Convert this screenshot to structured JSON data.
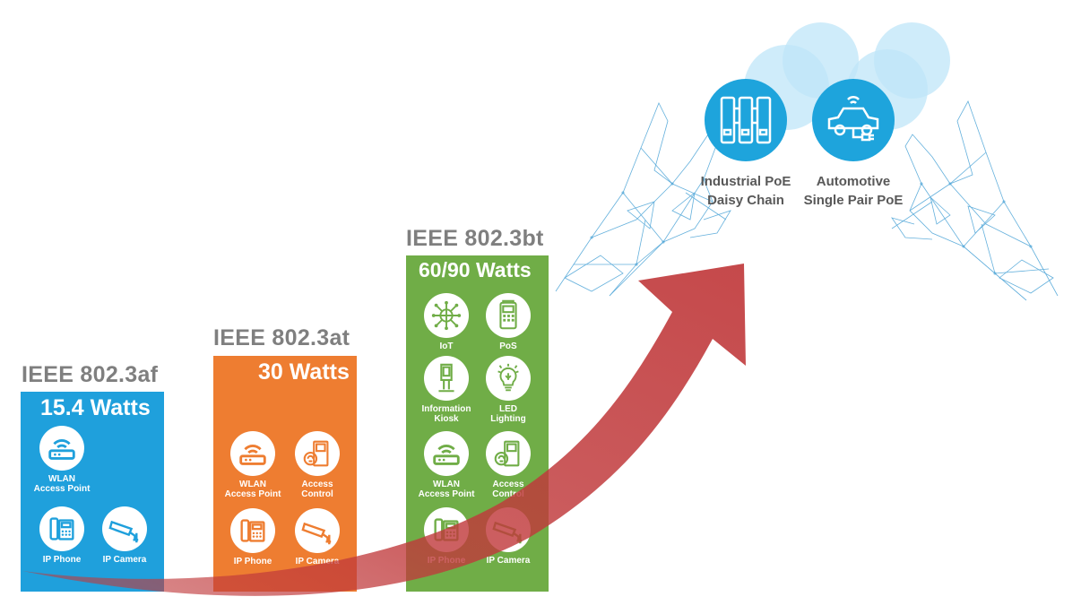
{
  "standards": [
    {
      "name": "IEEE 802.3af",
      "power": "15.4 Watts",
      "color": "#1fa0dc",
      "devices": [
        {
          "icon": "wifi-router-icon",
          "label_lines": [
            "WLAN",
            "Access Point"
          ]
        },
        {
          "icon": "ip-phone-icon",
          "label_lines": [
            "IP Phone"
          ]
        },
        {
          "icon": "ip-camera-icon",
          "label_lines": [
            "IP Camera"
          ]
        }
      ]
    },
    {
      "name": "IEEE 802.3at",
      "power": "30 Watts",
      "color": "#ee7d31",
      "devices": [
        {
          "icon": "wifi-router-icon",
          "label_lines": [
            "WLAN",
            "Access Point"
          ]
        },
        {
          "icon": "access-control-icon",
          "label_lines": [
            "Access",
            "Control"
          ]
        },
        {
          "icon": "ip-phone-icon",
          "label_lines": [
            "IP Phone"
          ]
        },
        {
          "icon": "ip-camera-icon",
          "label_lines": [
            "IP Camera"
          ]
        }
      ]
    },
    {
      "name": "IEEE 802.3bt",
      "power": "60/90 Watts",
      "color": "#70ad47",
      "devices": [
        {
          "icon": "iot-icon",
          "label_lines": [
            "IoT"
          ]
        },
        {
          "icon": "pos-terminal-icon",
          "label_lines": [
            "PoS"
          ]
        },
        {
          "icon": "information-kiosk-icon",
          "label_lines": [
            "Information",
            "Kiosk"
          ]
        },
        {
          "icon": "led-bulb-icon",
          "label_lines": [
            "LED",
            "Lighting"
          ]
        },
        {
          "icon": "wifi-router-icon",
          "label_lines": [
            "WLAN",
            "Access Point"
          ]
        },
        {
          "icon": "access-control-icon",
          "label_lines": [
            "Access",
            "Control"
          ]
        },
        {
          "icon": "ip-phone-icon",
          "label_lines": [
            "IP Phone"
          ]
        },
        {
          "icon": "ip-camera-icon",
          "label_lines": [
            "IP Camera"
          ]
        }
      ]
    }
  ],
  "future_applications": [
    {
      "icon": "industrial-switch-icon",
      "label_lines": [
        "Industrial PoE",
        "Daisy Chain"
      ]
    },
    {
      "icon": "automotive-car-icon",
      "label_lines": [
        "Automotive",
        "Single Pair PoE"
      ]
    }
  ],
  "colors": {
    "label_gray": "#7f7f7f",
    "arrow_red": "#c0393b",
    "feature_blue": "#1ea4dc",
    "hand_wireframe": "#4aa3d6"
  }
}
